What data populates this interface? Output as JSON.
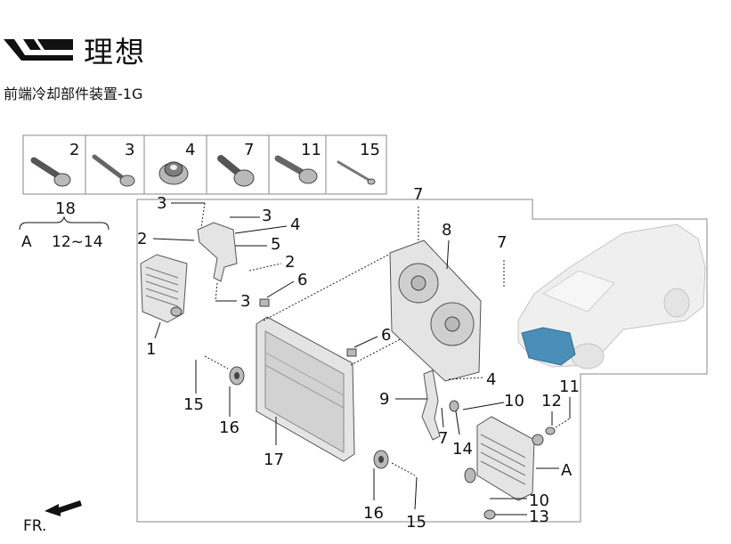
{
  "brand": {
    "name": "理想"
  },
  "page_title": "前端冷却部件装置-1G",
  "fastener_boxes": [
    {
      "number": "2"
    },
    {
      "number": "3"
    },
    {
      "number": "4"
    },
    {
      "number": "7"
    },
    {
      "number": "11"
    },
    {
      "number": "15"
    }
  ],
  "group": {
    "number": "18",
    "left_label": "A",
    "range_label": "12~14"
  },
  "callouts": {
    "c1": "1",
    "c2a": "2",
    "c2b": "2",
    "c3a": "3",
    "c3b": "3",
    "c3c": "3",
    "c4a": "4",
    "c4b": "4",
    "c5": "5",
    "c6a": "6",
    "c6b": "6",
    "c7a": "7",
    "c7b": "7",
    "c7c": "7",
    "c8": "8",
    "c9": "9",
    "c10a": "10",
    "c10b": "10",
    "c11": "11",
    "c12": "12",
    "c13": "13",
    "c14": "14",
    "c15a": "15",
    "c15b": "15",
    "c16a": "16",
    "c16b": "16",
    "c17": "17",
    "cA": "A"
  },
  "orientation": {
    "label": "FR."
  },
  "colors": {
    "accent_highlight": "#4a8fb8",
    "line": "#111111",
    "frame": "#888888"
  }
}
